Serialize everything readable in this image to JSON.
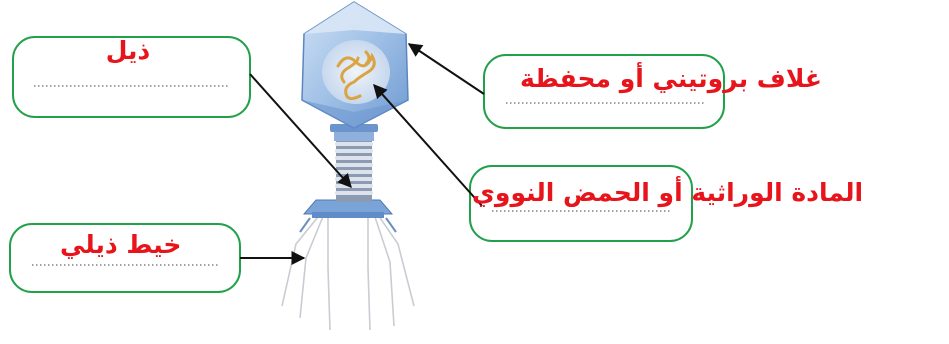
{
  "labels": {
    "tail": "ذيل",
    "capsid": "غلاف بروتيني أو محفظة",
    "genetic_material": "المادة الوراثية أو الحمض النووي",
    "tail_fiber": "خيط ذيلي"
  },
  "colors": {
    "label_text": "#e8141c",
    "box_border": "#22a04a",
    "arrow": "#111111",
    "dotted_line": "#444444",
    "capsid_fill": "#a9c8ea",
    "capsid_edge": "#5b86c0",
    "dna": "#e0b04a",
    "tail_sheath": "#7f8fa8"
  }
}
